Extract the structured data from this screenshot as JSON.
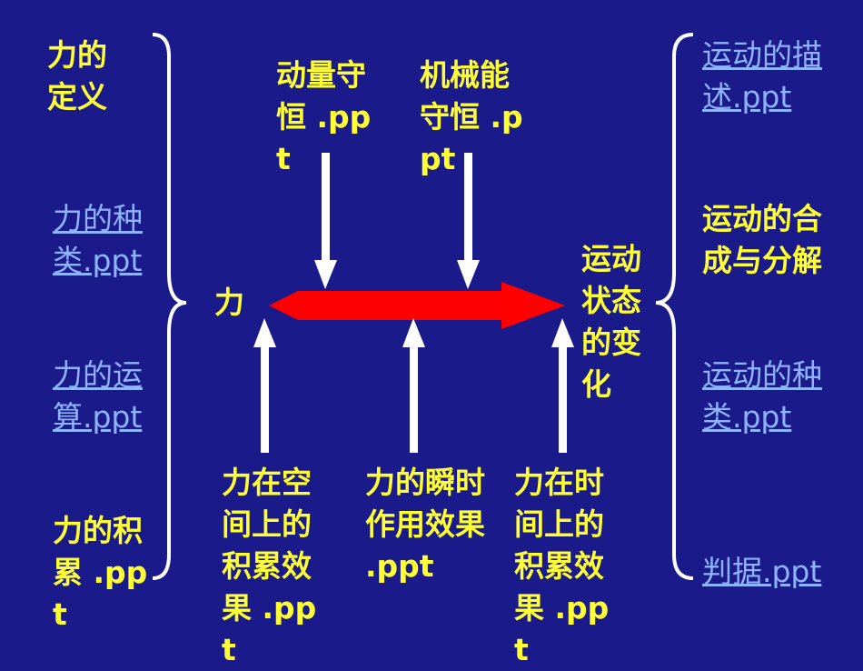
{
  "colors": {
    "background": "#1a1a8a",
    "label_text": "#ffff33",
    "link_text": "#8fb3ff",
    "main_arrow": "#ff0000",
    "small_arrows": "#ffffff",
    "braces": "#ffffff"
  },
  "left_column": {
    "definition": "力的定义",
    "types_link": "力的种类.ppt",
    "operation_link": "力的运算.ppt",
    "accumulation": "力的积累 .ppt"
  },
  "center": {
    "force_label": "力",
    "top_momentum": "动量守恒 .ppt",
    "top_energy": "机械能守恒 .ppt",
    "bottom_space": "力在空间上的积累效果 .ppt",
    "bottom_instant": "力的瞬时作用效果 .ppt",
    "bottom_time": "力在时间上的积累效果 .ppt",
    "motion_change": "运动状态的变化"
  },
  "right_column": {
    "description_link": "运动的描述.ppt",
    "composition": "运动的合成与分解",
    "types_link": "运动的种类.ppt",
    "criteria_prefix_link": "判据",
    "criteria_suffix_link": ".ppt"
  }
}
